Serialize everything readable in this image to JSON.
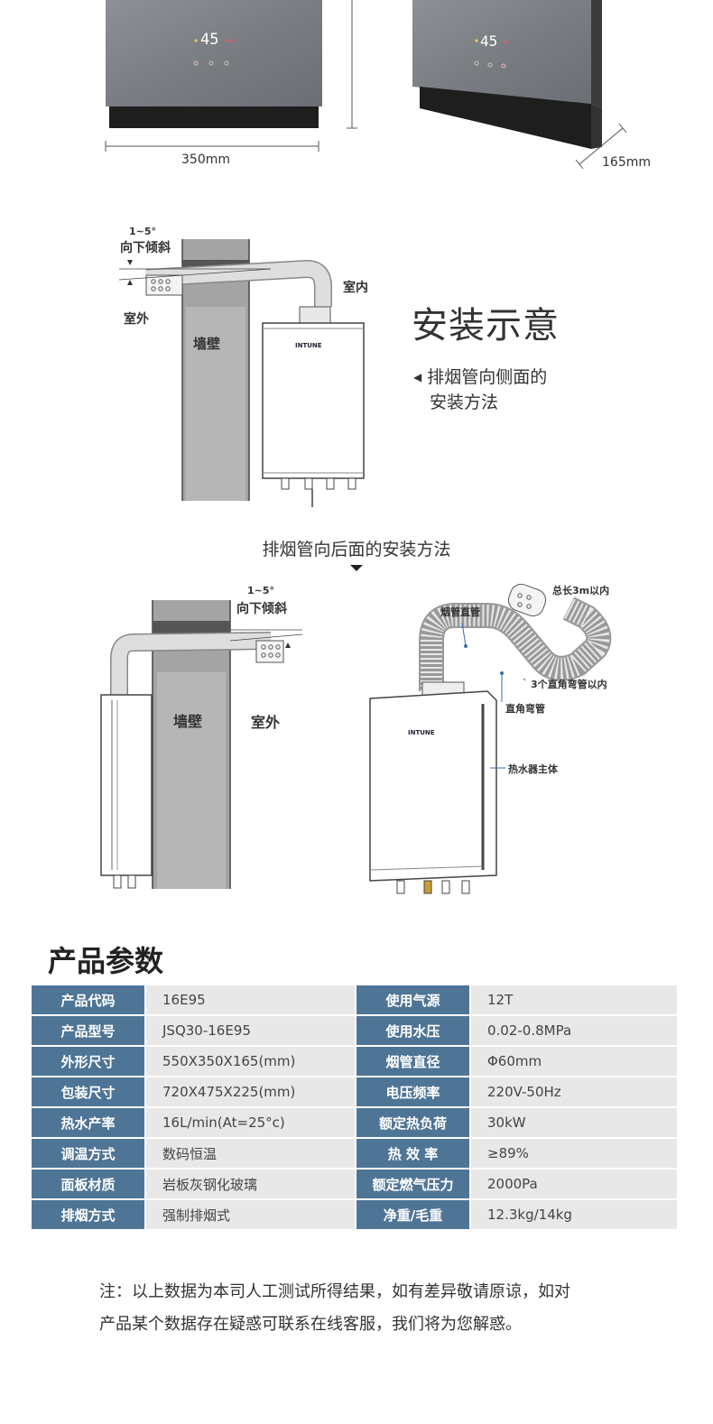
{
  "dimensions": {
    "width_label": "350mm",
    "depth_label": "165mm",
    "display_value": "45"
  },
  "install_side": {
    "angle": "1~5°",
    "tilt": "向下倾斜",
    "outdoor": "室外",
    "wall": "墙壁",
    "indoor": "室内",
    "brand": "INTUNE",
    "title": "安装示意",
    "note_line1": "排烟管向侧面的",
    "note_line2": "安装方法"
  },
  "install_back": {
    "title": "排烟管向后面的安装方法",
    "angle": "1~5°",
    "tilt": "向下倾斜",
    "wall": "墙壁",
    "outdoor": "室外",
    "straight_pipe": "烟管直管",
    "total_length": "总长3m以内",
    "elbows": "3个直角弯管以内",
    "elbow": "直角弯管",
    "body": "热水器主体",
    "brand": "INTUNE"
  },
  "params": {
    "title": "产品参数",
    "rows": [
      {
        "k1": "产品代码",
        "v1": "16E95",
        "k2": "使用气源",
        "v2": "12T"
      },
      {
        "k1": "产品型号",
        "v1": "JSQ30-16E95",
        "k2": "使用水压",
        "v2": "0.02-0.8MPa"
      },
      {
        "k1": "外形尺寸",
        "v1": "550X350X165(mm)",
        "k2": "烟管直径",
        "v2": "Φ60mm"
      },
      {
        "k1": "包装尺寸",
        "v1": "720X475X225(mm)",
        "k2": "电压频率",
        "v2": "220V-50Hz"
      },
      {
        "k1": "热水产率",
        "v1": "16L/min(At=25°c)",
        "k2": "额定热负荷",
        "v2": " 30kW"
      },
      {
        "k1": "调温方式",
        "v1": "数码恒温",
        "k2": "热 效 率",
        "v2": "≥89%"
      },
      {
        "k1": "面板材质",
        "v1": "岩板灰钢化玻璃",
        "k2": "额定燃气压力",
        "v2": "2000Pa"
      },
      {
        "k1": "排烟方式",
        "v1": "强制排烟式",
        "k2": "净重/毛重",
        "v2": " 12.3kg/14kg"
      }
    ]
  },
  "footnote": {
    "line1": "注：以上数据为本司人工测试所得结果，如有差异敬请原谅，如对",
    "line2": "产品某个数据存在疑惑可联系在线客服，我们将为您解惑。"
  }
}
